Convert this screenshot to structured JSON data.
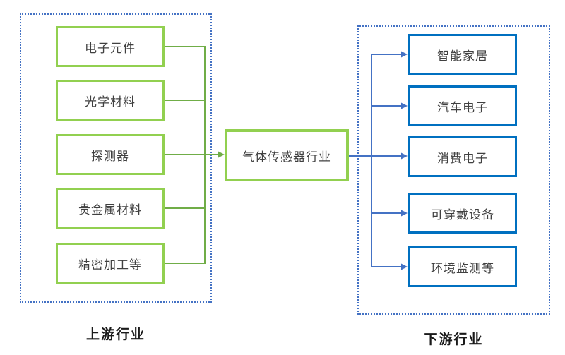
{
  "upstream": {
    "title": "上游行业",
    "items": [
      "电子元件",
      "光学材料",
      "探测器",
      "贵金属材料",
      "精密加工等"
    ]
  },
  "center_node": {
    "label": "气体传感器行业"
  },
  "downstream": {
    "title": "下游行业",
    "items": [
      "智能家居",
      "汽车电子",
      "消费电子",
      "可穿戴设备",
      "环境监测等"
    ]
  },
  "colors": {
    "green_box_border": "#92D050",
    "green_line": "#70AD47",
    "blue_box_border": "#0070C0",
    "blue_line": "#4472C4",
    "container_border": "#4472C4",
    "node_text": "#404040",
    "label_text": "#1A1A1A"
  }
}
